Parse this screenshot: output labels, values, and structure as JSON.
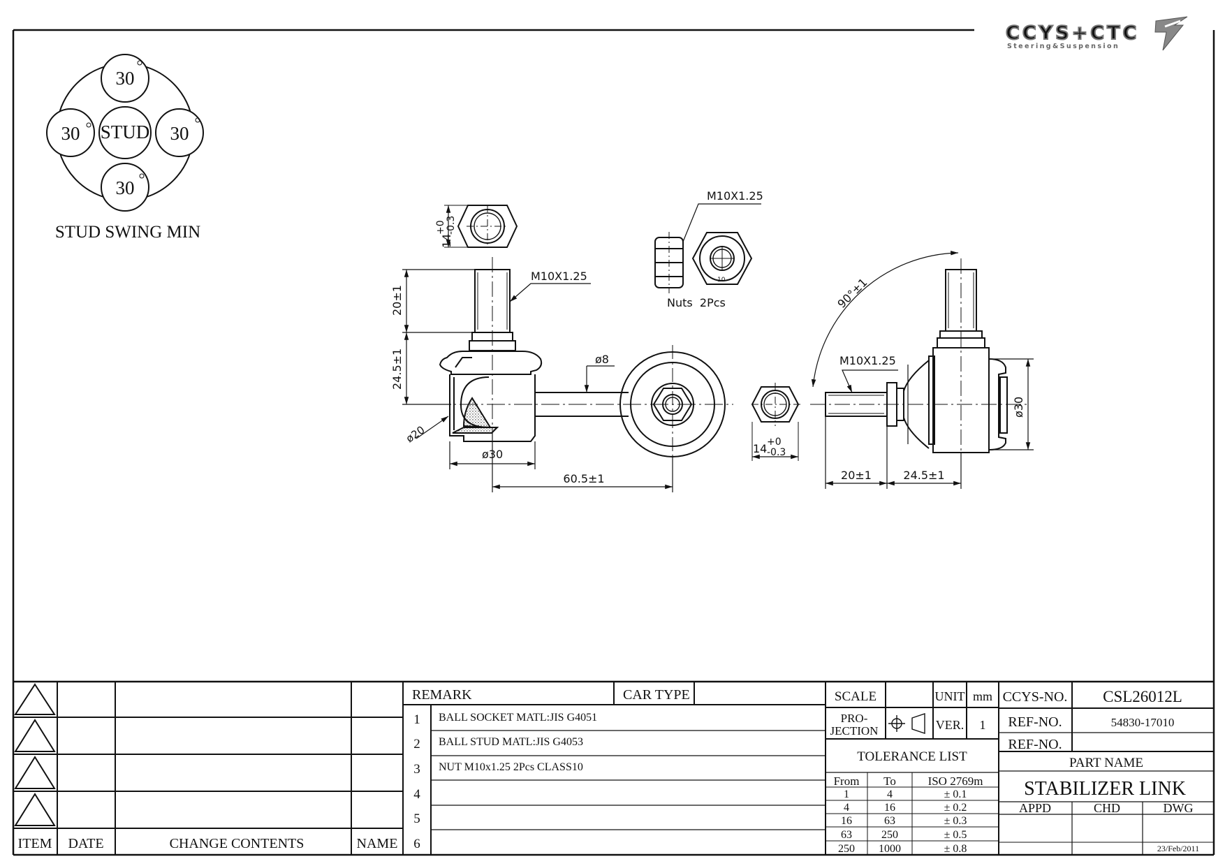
{
  "logo": {
    "wordmark": "CCYS+CTC",
    "tagline": "Steering&Suspension"
  },
  "swing": {
    "center": "STUD",
    "top": "30",
    "left": "30",
    "right": "30",
    "bottom": "30",
    "degree": "°",
    "caption": "STUD SWING MIN"
  },
  "dimensions": {
    "hex_top_thread": "M10X1.25",
    "hex_top_width": "14",
    "hex_top_tol_upper": "+0",
    "hex_top_tol_lower": "-0.3",
    "stud_thread": "M10X1.25",
    "stud_length": "20±1",
    "body_height": "24.5±1",
    "rod_dia": "ø8",
    "ball_dia": "ø20",
    "housing_dia": "ø30",
    "center_distance": "60.5±1",
    "nut_thread": "M10X1.25",
    "nut_class": "10",
    "nuts_label": "Nuts  2Pcs",
    "side_hex_width": "14",
    "side_hex_tol_upper": "+0",
    "side_hex_tol_lower": "-0.3",
    "angle": "90°±1",
    "side_thread": "M10X1.25",
    "side_stud_length": "20±1",
    "side_body_length": "24.5±1",
    "side_dia": "ø30"
  },
  "revisions": {
    "headers": {
      "item": "ITEM",
      "date": "DATE",
      "change": "CHANGE CONTENTS",
      "name": "NAME"
    }
  },
  "remarks": {
    "header": "REMARK",
    "car_type_label": "CAR TYPE",
    "car_type_value": "",
    "rows": [
      {
        "no": "1",
        "text": "BALL SOCKET MATL:JIS G4051"
      },
      {
        "no": "2",
        "text": "BALL STUD MATL:JIS G4053"
      },
      {
        "no": "3",
        "text": "NUT M10x1.25 2Pcs CLASS10"
      },
      {
        "no": "4",
        "text": ""
      },
      {
        "no": "5",
        "text": ""
      },
      {
        "no": "6",
        "text": ""
      }
    ]
  },
  "spec": {
    "scale_label": "SCALE",
    "scale_value": "",
    "unit_label": "UNIT",
    "unit_value": "mm",
    "projection_label": "PRO-\nJECTION",
    "projection_line1": "PRO-",
    "projection_line2": "JECTION",
    "ver_label": "VER.",
    "ver_value": "1",
    "tolerance_title": "TOLERANCE LIST",
    "tol_headers": {
      "from": "From",
      "to": "To",
      "iso": "ISO 2769m"
    },
    "tol_rows": [
      {
        "from": "1",
        "to": "4",
        "tol": "± 0.1"
      },
      {
        "from": "4",
        "to": "16",
        "tol": "± 0.2"
      },
      {
        "from": "16",
        "to": "63",
        "tol": "± 0.3"
      },
      {
        "from": "63",
        "to": "250",
        "tol": "± 0.5"
      },
      {
        "from": "250",
        "to": "1000",
        "tol": "± 0.8"
      }
    ]
  },
  "title_block": {
    "ccys_label": "CCYS-NO.",
    "ccys_value": "CSL26012L",
    "ref1_label": "REF-NO.",
    "ref1_value": "54830-17010",
    "ref2_label": "REF-NO.",
    "ref2_value": "",
    "part_name_label": "PART NAME",
    "part_name": "STABILIZER LINK",
    "appd": "APPD",
    "chd": "CHD",
    "dwg": "DWG",
    "date": "23/Feb/2011"
  }
}
